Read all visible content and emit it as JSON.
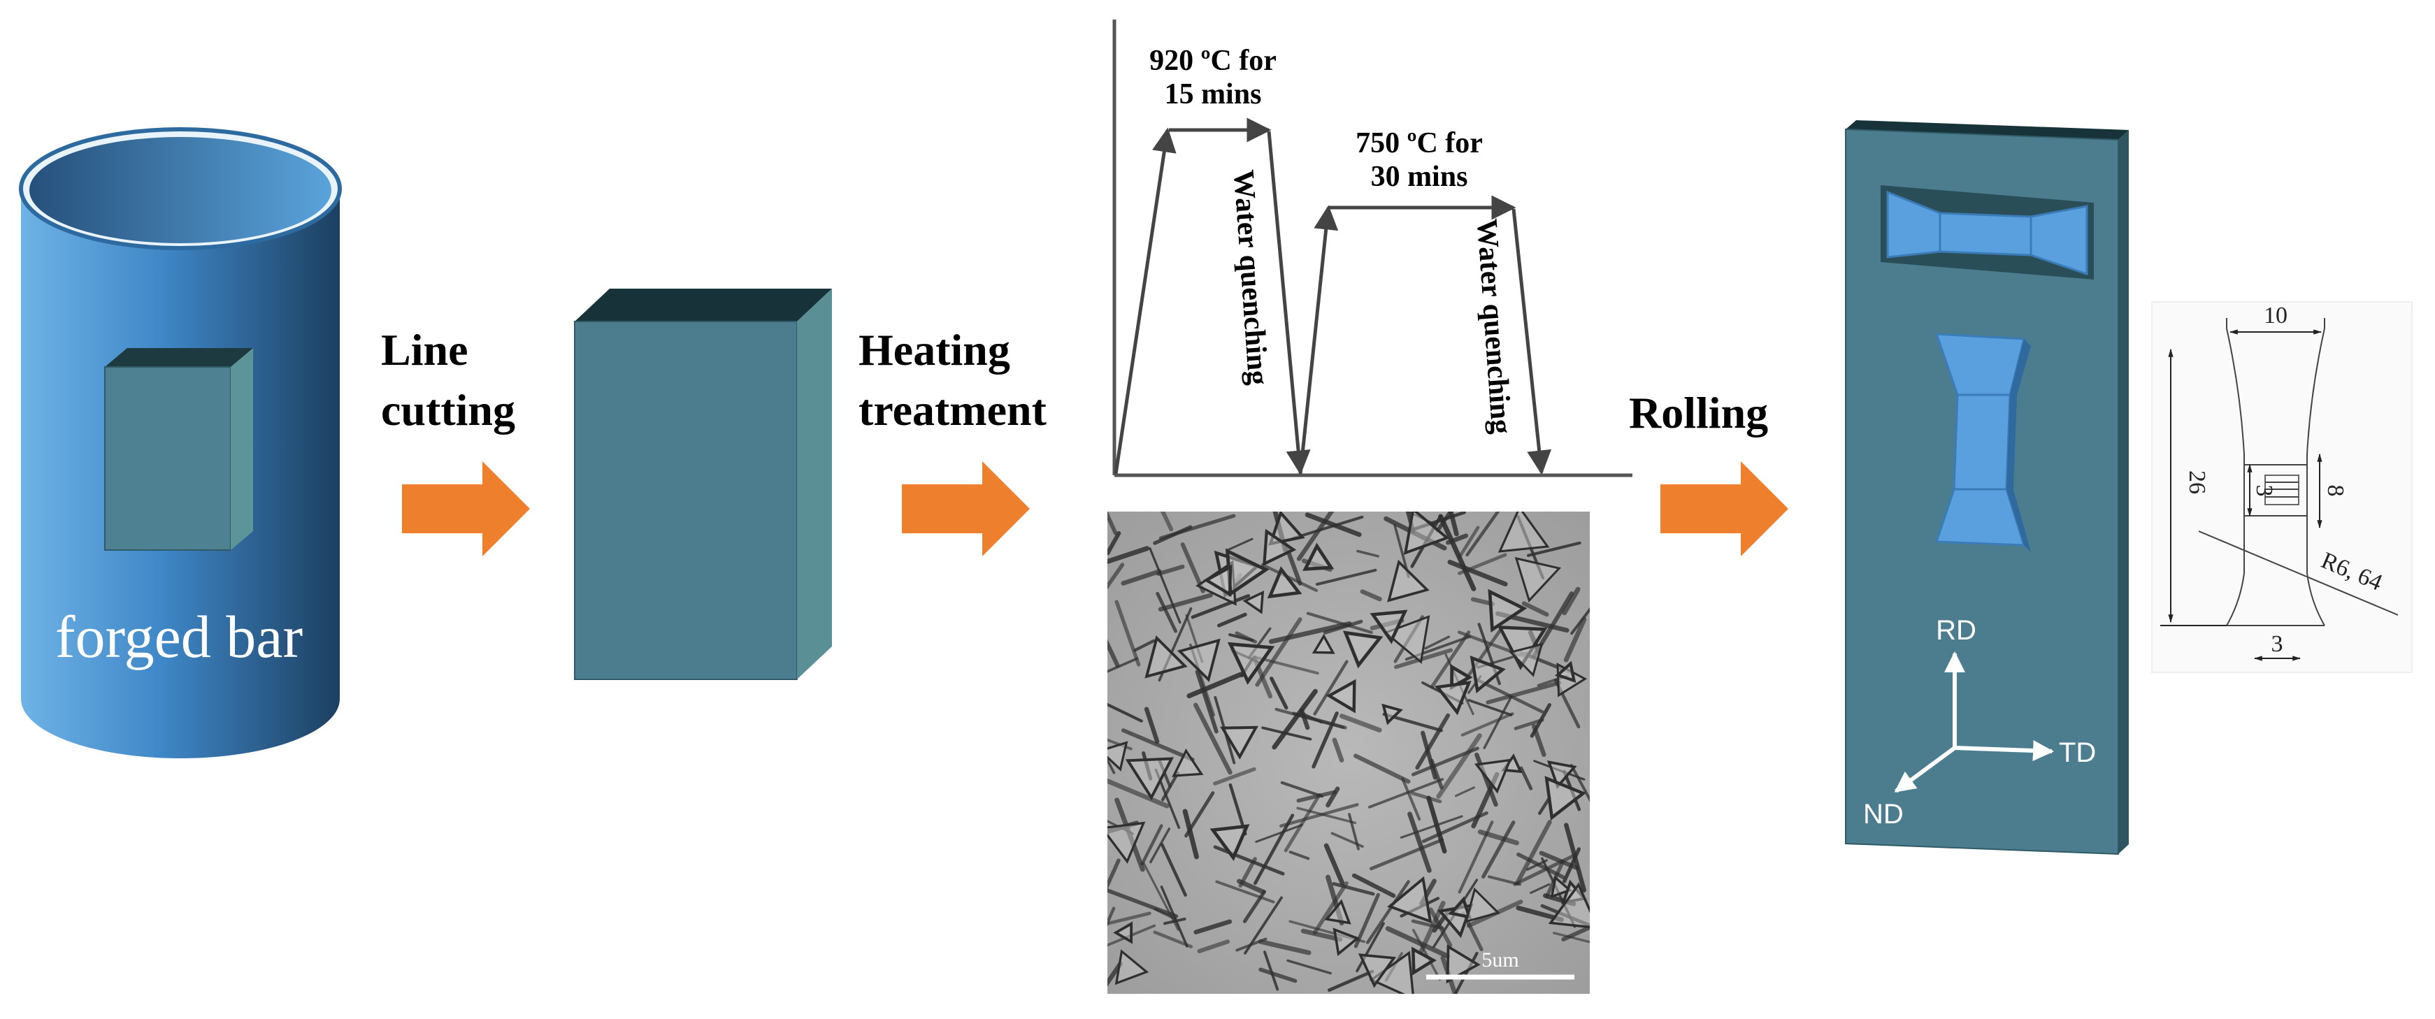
{
  "colors": {
    "cylinder": "#3c87c9",
    "block": "#4c7d8f",
    "block_dark": "#173339",
    "block_side": "#5a8f96",
    "arrow": "#ee7f2d",
    "specimen": "#5aa0de"
  },
  "forged_bar": {
    "label": "forged bar"
  },
  "steps": {
    "line_cutting": [
      "Line",
      "cutting"
    ],
    "heating_treatment": [
      "Heating",
      "treatment"
    ],
    "rolling": "Rolling"
  },
  "heat_treatment": {
    "step1": [
      "920 ºC for",
      "15 mins"
    ],
    "quench1": "Water quenching",
    "step2": [
      "750 ºC for",
      "30 mins"
    ],
    "quench2": "Water quenching"
  },
  "micrograph": {
    "scale_label": "5um"
  },
  "plate_axes": {
    "rd": "RD",
    "td": "TD",
    "nd": "ND"
  },
  "specimen_drawing": {
    "width_top": "10",
    "gauge_length": "26",
    "gauge_width": "3",
    "gauge_section": "8",
    "radius": "R6, 64",
    "width_bottom": "3"
  }
}
